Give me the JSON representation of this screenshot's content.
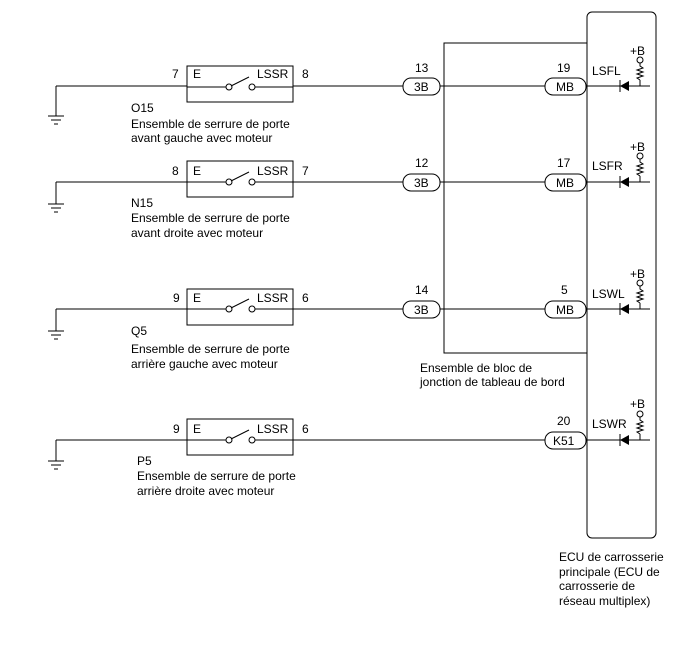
{
  "switches": [
    {
      "code": "O15",
      "name_line1": "Ensemble de serrure de porte",
      "name_line2": "avant gauche avec moteur",
      "term_e": "E",
      "term_out": "LSSR",
      "pin_e": "7",
      "pin_out": "8"
    },
    {
      "code": "N15",
      "name_line1": "Ensemble de serrure de porte",
      "name_line2": "avant droite avec moteur",
      "term_e": "E",
      "term_out": "LSSR",
      "pin_e": "8",
      "pin_out": "7"
    },
    {
      "code": "Q5",
      "name_line1": "Ensemble de serrure de porte",
      "name_line2": "arrière gauche avec moteur",
      "term_e": "E",
      "term_out": "LSSR",
      "pin_e": "9",
      "pin_out": "6"
    },
    {
      "code": "P5",
      "name_line1": "Ensemble de serrure de porte",
      "name_line2": "arrière droite avec moteur",
      "term_e": "E",
      "term_out": "LSSR",
      "pin_e": "9",
      "pin_out": "6"
    }
  ],
  "junction_connectors": [
    {
      "pin": "13",
      "label": "3B"
    },
    {
      "pin": "12",
      "label": "3B"
    },
    {
      "pin": "14",
      "label": "3B"
    }
  ],
  "ecu_connectors": [
    {
      "pin": "19",
      "label": "MB",
      "signal": "LSFL",
      "supply": "+B"
    },
    {
      "pin": "17",
      "label": "MB",
      "signal": "LSFR",
      "supply": "+B"
    },
    {
      "pin": "5",
      "label": "MB",
      "signal": "LSWL",
      "supply": "+B"
    },
    {
      "pin": "20",
      "label": "K51",
      "signal": "LSWR",
      "supply": "+B"
    }
  ],
  "junction_block": {
    "line1": "Ensemble de bloc de",
    "line2": "jonction de tableau de bord"
  },
  "ecu": {
    "line1": "ECU de carrosserie",
    "line2": "principale (ECU de",
    "line3": "carrosserie de",
    "line4": "réseau multiplex)"
  }
}
